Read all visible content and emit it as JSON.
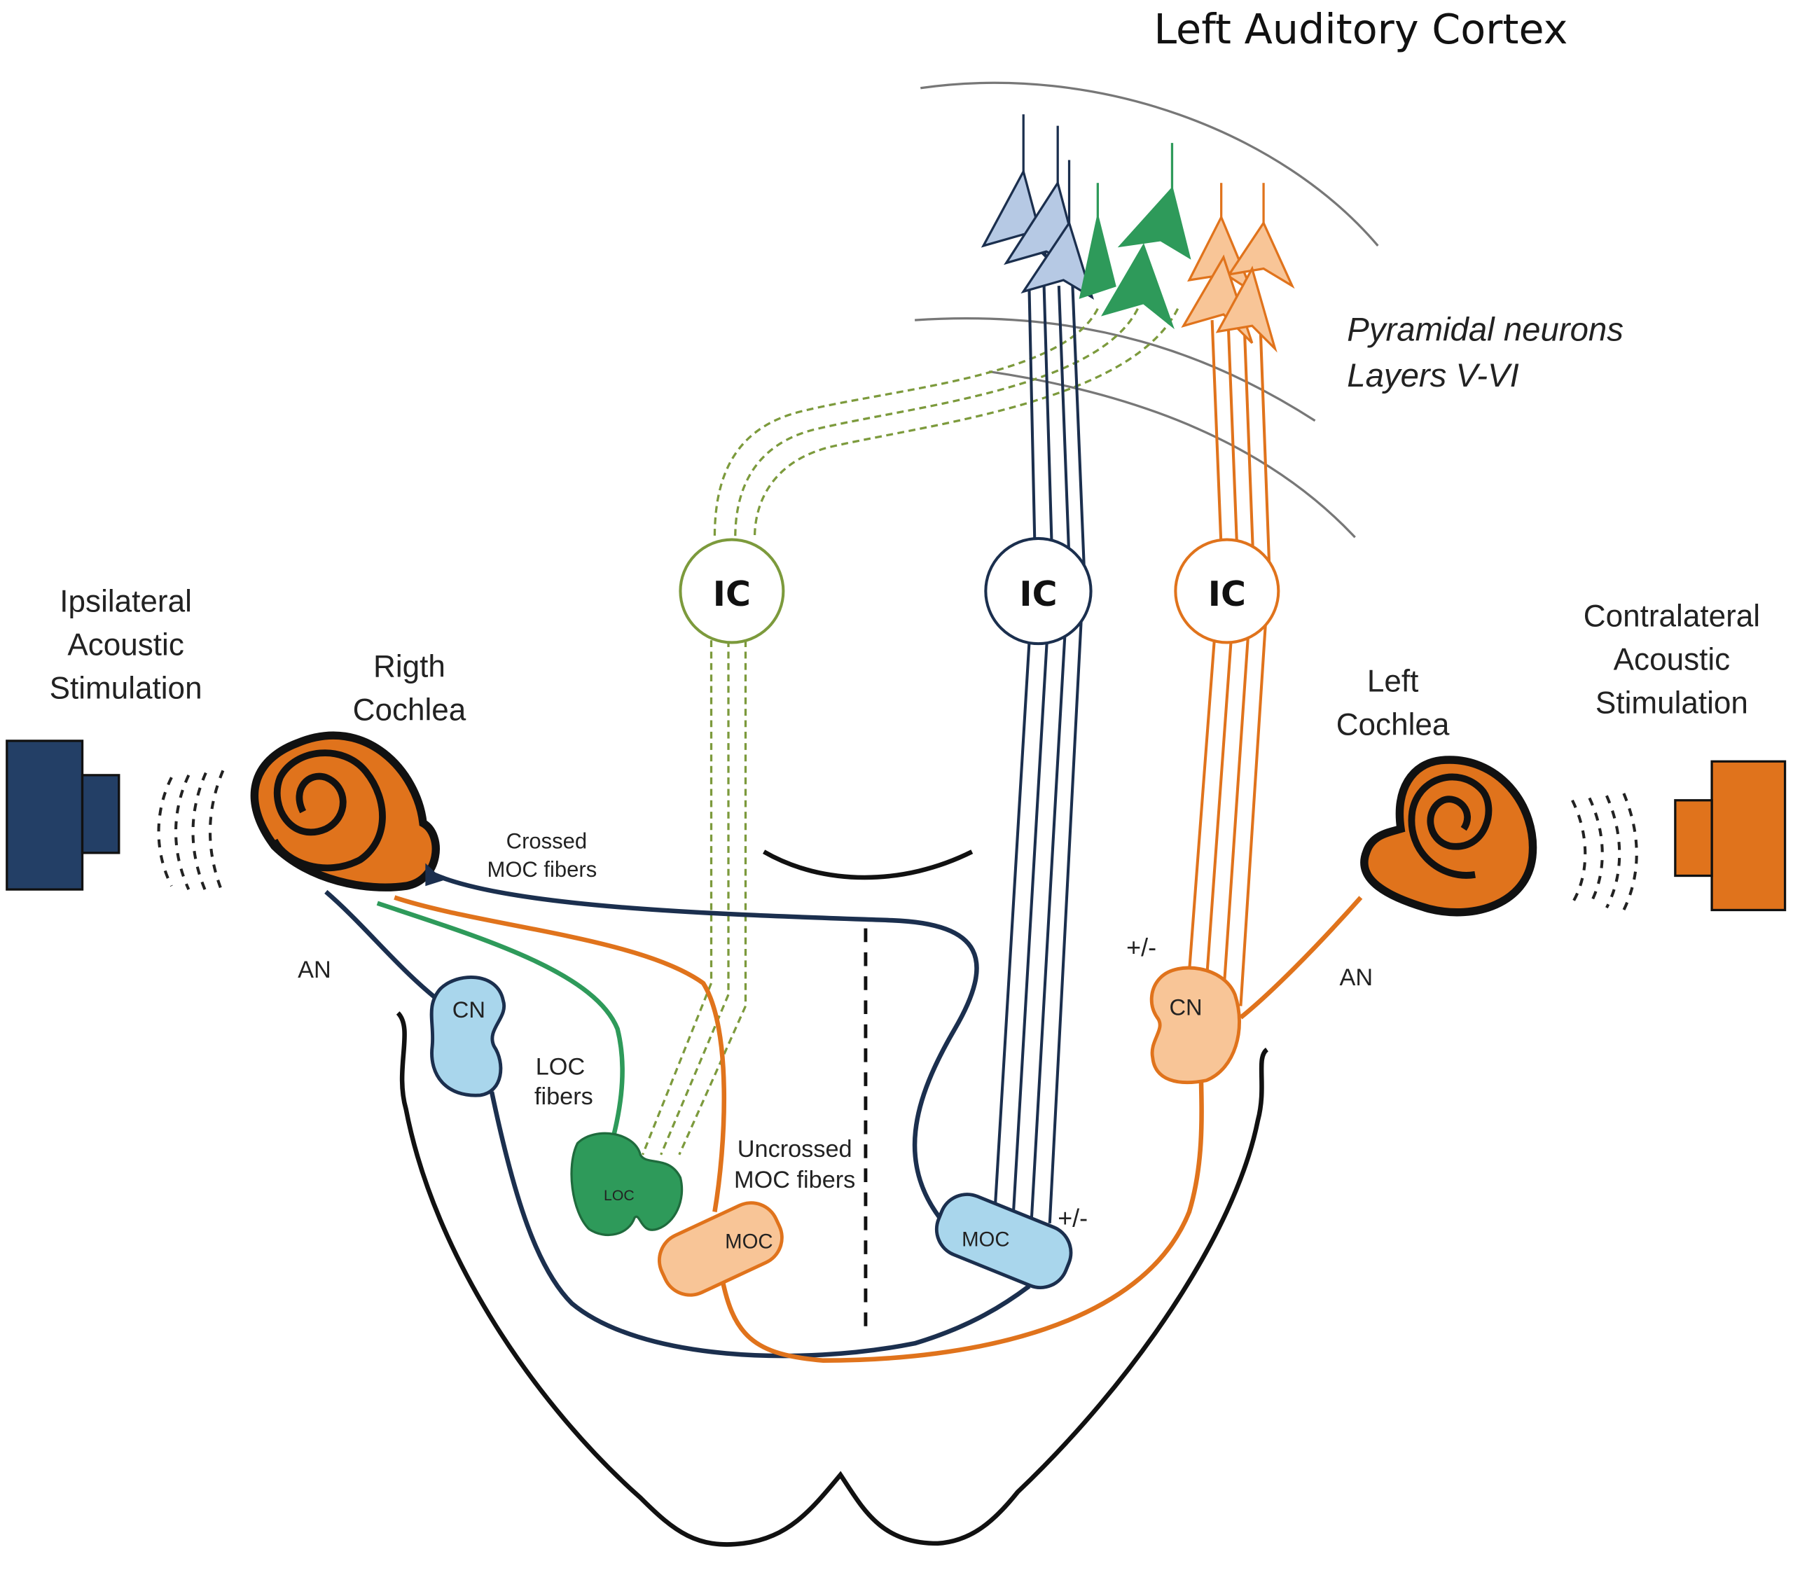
{
  "title": "Left Auditory Cortex",
  "cortex_label": {
    "line1": "Pyramidal neurons",
    "line2": "Layers V-VI"
  },
  "left_stimulus": {
    "line1": "Ipsilateral",
    "line2": "Acoustic",
    "line3": "Stimulation"
  },
  "right_stimulus": {
    "line1": "Contralateral",
    "line2": "Acoustic",
    "line3": "Stimulation"
  },
  "right_cochlea": {
    "line1": "Rigth",
    "line2": "Cochlea"
  },
  "left_cochlea": {
    "line1": "Left",
    "line2": "Cochlea"
  },
  "labels": {
    "crossed_moc_1": "Crossed",
    "crossed_moc_2": "MOC fibers",
    "an_left": "AN",
    "an_right": "AN",
    "cn_left": "CN",
    "cn_right": "CN",
    "loc_fibers_1": "LOC",
    "loc_fibers_2": "fibers",
    "loc_nucleus": "LOC",
    "uncrossed_1": "Uncrossed",
    "uncrossed_2": "MOC fibers",
    "moc_left": "MOC",
    "moc_right": "MOC",
    "plus_minus_1": "+/-",
    "plus_minus_2": "+/-",
    "ic_green": "IC",
    "ic_navy": "IC",
    "ic_orange": "IC"
  },
  "colors": {
    "navy": "#1b2f4e",
    "speaker_navy": "#233f66",
    "orange": "#e0731c",
    "light_orange": "#f8c597",
    "green": "#2e9a5a",
    "olive_dashed": "#7c9a3c",
    "light_blue": "#a9d6ec",
    "pale_blue": "#b6c9e4",
    "gray_arc": "#6b6b6b"
  }
}
